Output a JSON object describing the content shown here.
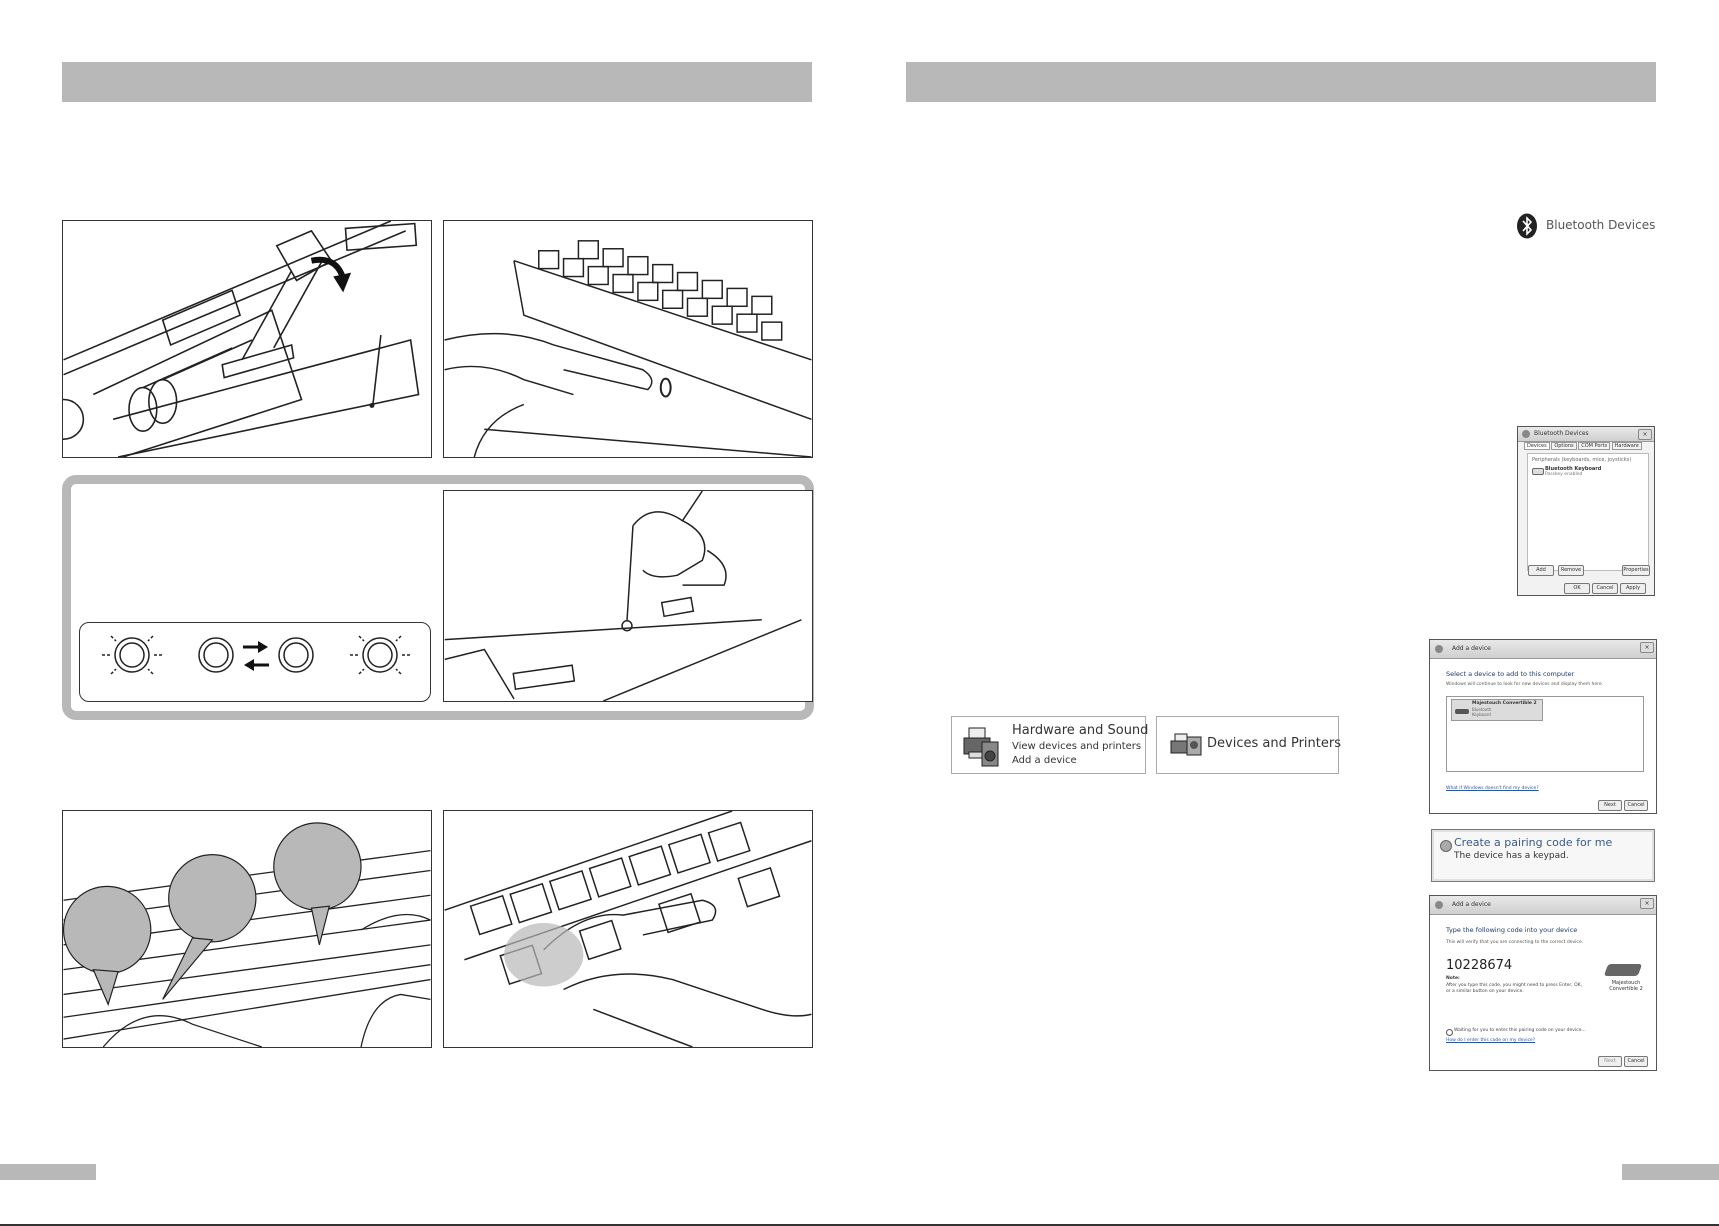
{
  "bluetooth_label": "Bluetooth Devices",
  "control_panel": {
    "hardware_title": "Hardware and Sound",
    "hardware_link1": "View devices and printers",
    "hardware_link2": "Add a device",
    "devices_printers": "Devices and Printers"
  },
  "bt_dialog": {
    "title": "Bluetooth Devices",
    "tabs": [
      "Devices",
      "Options",
      "COM Ports",
      "Hardware"
    ],
    "group_label": "Peripherals (keyboards, mice, joysticks)",
    "device_name": "Bluetooth Keyboard",
    "device_status": "Passkey enabled",
    "btn_add": "Add",
    "btn_remove": "Remove",
    "btn_properties": "Properties",
    "btn_ok": "OK",
    "btn_cancel": "Cancel",
    "btn_apply": "Apply"
  },
  "add_device": {
    "title": "Add a device",
    "heading": "Select a device to add to this computer",
    "subtext": "Windows will continue to look for new devices and display them here.",
    "device_name": "Majestouch Convertible 2",
    "device_line2": "Bluetooth",
    "device_line3": "Keyboard",
    "link": "What if Windows doesn't find my device?",
    "btn_next": "Next",
    "btn_cancel": "Cancel"
  },
  "pairing": {
    "option": "Create a pairing code for me",
    "sub": "The device has a keypad."
  },
  "code_dialog": {
    "title": "Add a device",
    "heading": "Type the following code into your device",
    "subtext": "This will verify that you are connecting to the correct device.",
    "code": "10228674",
    "note_label": "Note:",
    "note_text": "After you type this code, you might need to press Enter, OK, or a similar button on your device.",
    "device_label_1": "Majestouch",
    "device_label_2": "Convertible 2",
    "waiting": "Waiting for you to enter this pairing code on your device...",
    "link": "How do I enter this code on my device?",
    "btn_next": "Next",
    "btn_cancel": "Cancel"
  }
}
